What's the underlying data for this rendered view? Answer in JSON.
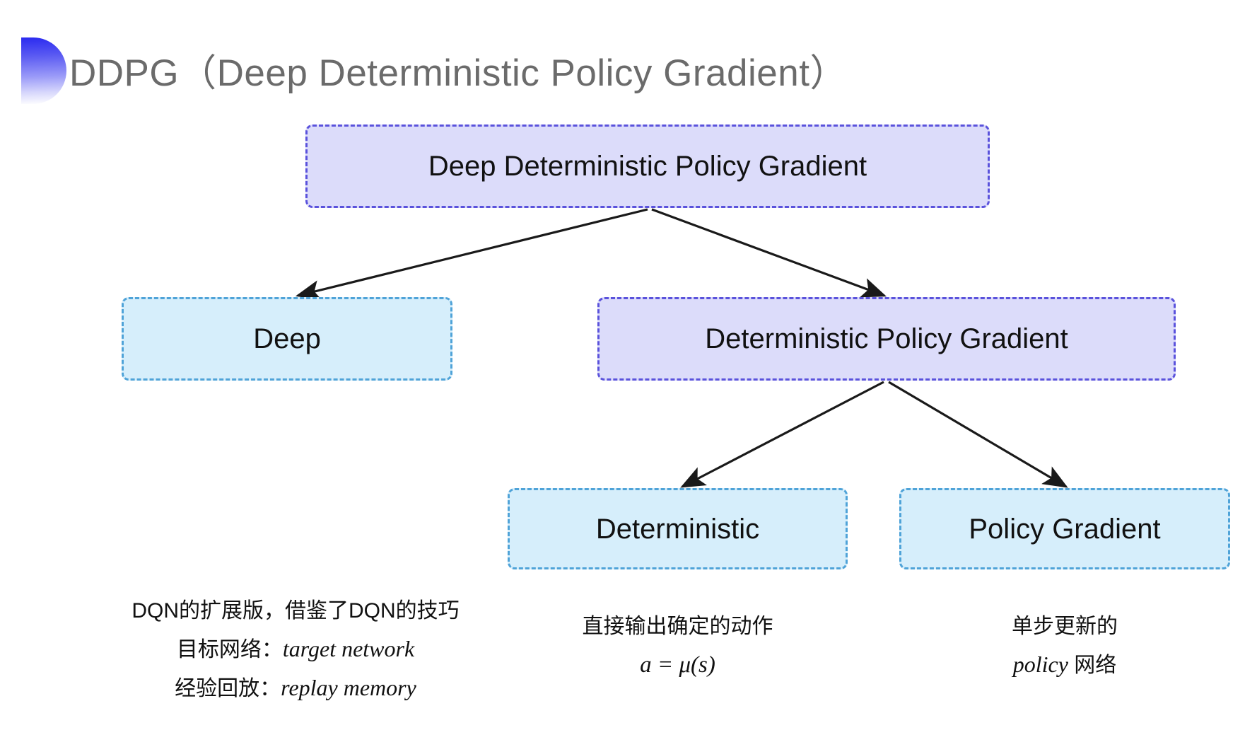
{
  "slide": {
    "title": "DDPG（Deep Deterministic Policy Gradient）",
    "bullet_icon": "half-circle-gradient-icon",
    "background_color": "#ffffff",
    "title_color": "#6b6b6b",
    "accent_color": "#3a3af0"
  },
  "palette": {
    "purple_fill": "#dcdcfa",
    "purple_border": "#5a52dc",
    "cyan_fill": "#d6eefb",
    "cyan_border": "#4fa3d8",
    "arrow_color": "#1a1a1a",
    "text_color": "#111111"
  },
  "diagram": {
    "type": "tree",
    "nodes": [
      {
        "id": "root",
        "label": "Deep Deterministic Policy Gradient",
        "style": "purple"
      },
      {
        "id": "deep",
        "label": "Deep",
        "style": "cyan"
      },
      {
        "id": "dpg",
        "label": "Deterministic Policy Gradient",
        "style": "purple"
      },
      {
        "id": "deterministic",
        "label": "Deterministic",
        "style": "cyan"
      },
      {
        "id": "policy_gradient",
        "label": "Policy Gradient",
        "style": "cyan"
      }
    ],
    "edges": [
      {
        "from": "root",
        "to": "deep"
      },
      {
        "from": "root",
        "to": "dpg"
      },
      {
        "from": "dpg",
        "to": "deterministic"
      },
      {
        "from": "dpg",
        "to": "policy_gradient"
      }
    ]
  },
  "captions": {
    "deep": {
      "line1": "DQN的扩展版，借鉴了DQN的技巧",
      "line2_label": "目标网络：",
      "line2_term": "target network",
      "line3_label": "经验回放：",
      "line3_term": "replay memory"
    },
    "deterministic": {
      "line1": "直接输出确定的动作",
      "line2": "a = μ(s)"
    },
    "policy_gradient": {
      "line1": "单步更新的",
      "line2_term": "policy",
      "line2_suffix": " 网络"
    }
  }
}
